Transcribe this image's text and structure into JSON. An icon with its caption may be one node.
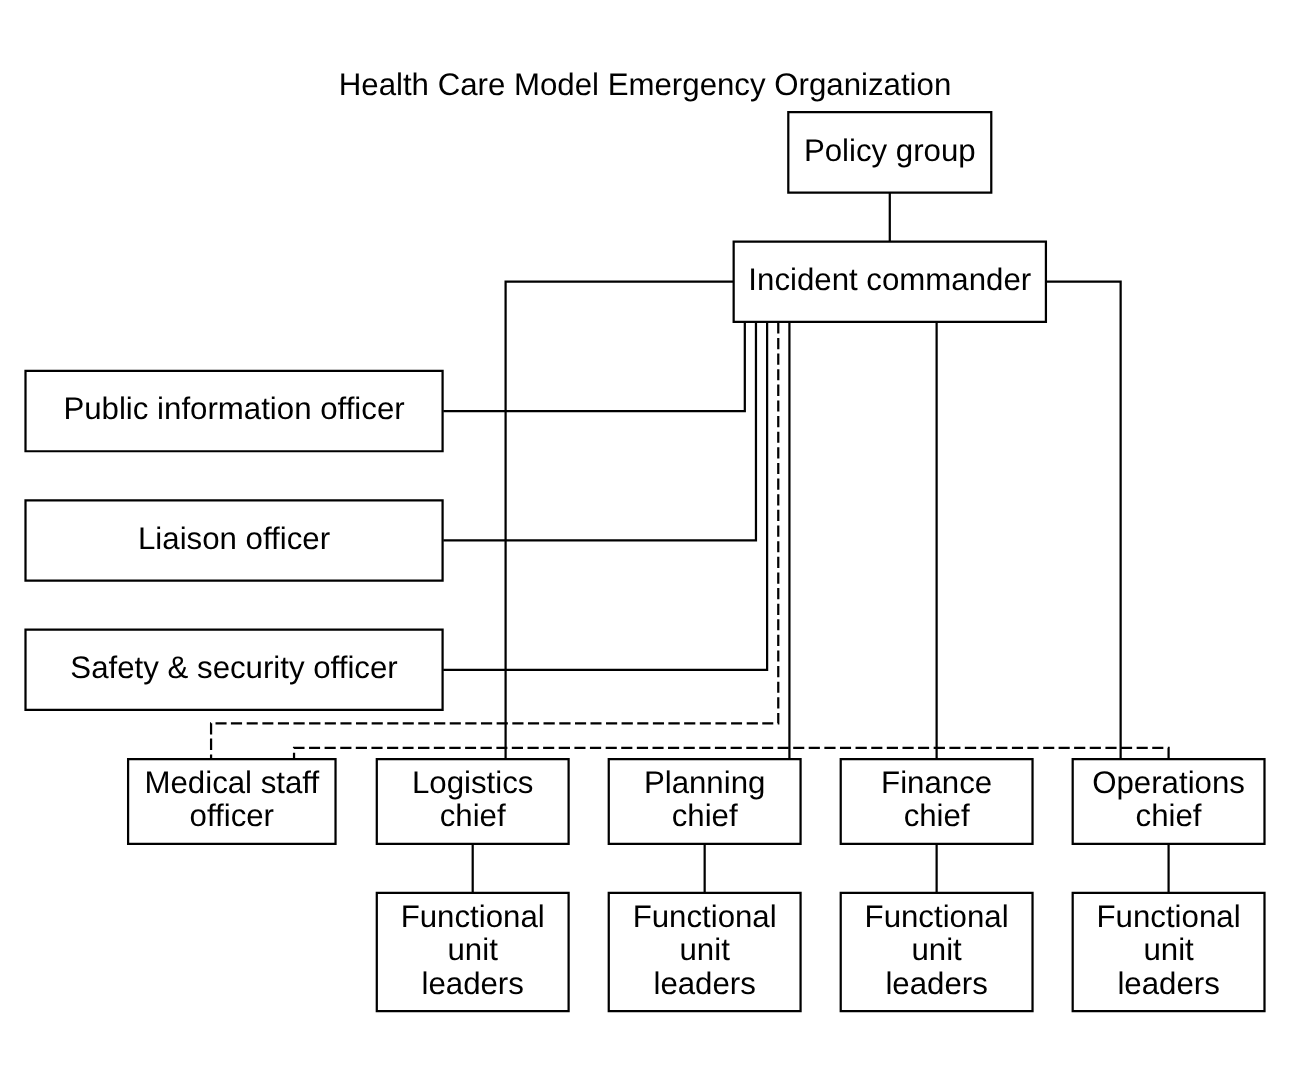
{
  "diagram": {
    "title": "Health Care Model Emergency Organization",
    "nodes": [
      {
        "text": [
          "Policy group"
        ]
      },
      {
        "text": [
          "Incident commander"
        ]
      },
      {
        "text": [
          "Public information officer"
        ]
      },
      {
        "text": [
          "Liaison officer"
        ]
      },
      {
        "text": [
          "Safety & security officer"
        ]
      },
      {
        "text": [
          "Logistics chief"
        ]
      },
      {
        "text": [
          "Planning chief"
        ]
      },
      {
        "text": [
          "Finance chief"
        ]
      },
      {
        "text": [
          "Operations chief"
        ]
      },
      {
        "text": [
          "Medical staff officer"
        ]
      },
      {
        "text": [
          "Functional unit leaders"
        ]
      },
      {
        "text": [
          "Functional unit leaders"
        ]
      },
      {
        "text": [
          "Functional unit leaders"
        ]
      },
      {
        "text": [
          "Functional unit leaders"
        ]
      }
    ],
    "edges": [
      {
        "from": 0,
        "to": 1,
        "arrow": "none"
      },
      {
        "from": 1,
        "to": 2,
        "arrow": "none"
      },
      {
        "from": 1,
        "to": 3,
        "arrow": "none"
      },
      {
        "from": 1,
        "to": 4,
        "arrow": "none"
      },
      {
        "from": 1,
        "to": 5,
        "arrow": "none"
      },
      {
        "from": 1,
        "to": 6,
        "arrow": "none"
      },
      {
        "from": 1,
        "to": 7,
        "arrow": "none"
      },
      {
        "from": 1,
        "to": 8,
        "arrow": "none"
      },
      {
        "from": 1,
        "to": 9,
        "arrow": "none",
        "style": "dashed"
      },
      {
        "from": 8,
        "to": 9,
        "arrow": "none",
        "style": "dashed"
      },
      {
        "from": 5,
        "to": 10,
        "arrow": "none"
      },
      {
        "from": 6,
        "to": 11,
        "arrow": "none"
      },
      {
        "from": 7,
        "to": 12,
        "arrow": "none"
      },
      {
        "from": 8,
        "to": 13,
        "arrow": "none"
      }
    ]
  }
}
